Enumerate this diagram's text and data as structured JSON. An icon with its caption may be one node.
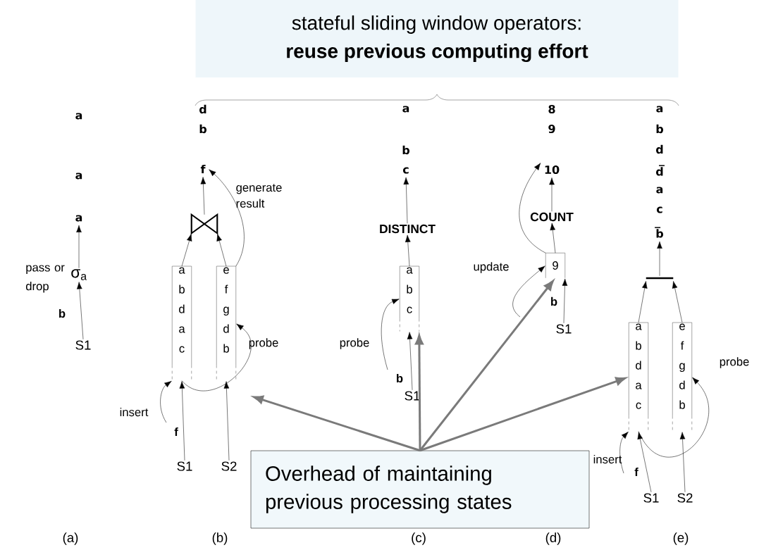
{
  "diagram": {
    "nodes": [
      {
        "text": [
          "stateful sliding window operators:",
          "reuse previous computing effort"
        ]
      },
      {
        "text": [
          "a"
        ]
      },
      {
        "text": [
          "σ$_{a}$"
        ],
        "beside": [
          "pass or drop"
        ]
      },
      {
        "text": [
          "S1"
        ]
      },
      {
        "text": [
          "f"
        ]
      },
      {
        "text": [],
        "shape": "bowtie"
      },
      {
        "text": [
          "a",
          "b",
          "d",
          "a",
          "c"
        ]
      },
      {
        "text": [
          "e",
          "f",
          "g",
          "d",
          "b"
        ]
      },
      {
        "text": [
          "S1"
        ]
      },
      {
        "text": [
          "S2"
        ]
      },
      {
        "text": [
          "c"
        ]
      },
      {
        "text": [
          "DISTINCT"
        ]
      },
      {
        "text": [
          "a",
          "b",
          "c"
        ]
      },
      {
        "text": [
          "S1"
        ]
      },
      {
        "text": [
          "10"
        ]
      },
      {
        "text": [
          "COUNT"
        ]
      },
      {
        "text": [
          "9"
        ]
      },
      {
        "text": [
          "S1"
        ]
      },
      {
        "text": [
          "b̅"
        ]
      },
      {
        "text": [],
        "shape": "bar"
      },
      {
        "text": [
          "a",
          "b",
          "d",
          "a",
          "c"
        ]
      },
      {
        "text": [
          "e",
          "f",
          "g",
          "d",
          "b"
        ]
      },
      {
        "text": [
          "S1"
        ]
      },
      {
        "text": [
          "S2"
        ]
      },
      {
        "text": [
          "Overhead of maintaining previous processing states"
        ]
      }
    ],
    "edges": [
      {
        "from": 3,
        "to": 2,
        "arrow": "to",
        "label": "b"
      },
      {
        "from": 2,
        "to": 1,
        "arrow": "to"
      },
      {
        "from": 8,
        "to": 6,
        "arrow": "to",
        "label": "f"
      },
      {
        "from": 9,
        "to": 7,
        "arrow": "to"
      },
      {
        "from": null,
        "to": 6,
        "arrow": "to",
        "label": "insert"
      },
      {
        "from": 6,
        "to": 7,
        "arrow": "to",
        "label": "probe"
      },
      {
        "from": 6,
        "to": 5,
        "arrow": "to"
      },
      {
        "from": 7,
        "to": 5,
        "arrow": "to"
      },
      {
        "from": 5,
        "to": 4,
        "arrow": "to"
      },
      {
        "from": 7,
        "to": 4,
        "arrow": "to",
        "label": "generate result"
      },
      {
        "from": 13,
        "to": 12,
        "arrow": "to",
        "label": "b"
      },
      {
        "from": null,
        "to": 12,
        "arrow": "to",
        "label": "probe"
      },
      {
        "from": 12,
        "to": 11,
        "arrow": "to"
      },
      {
        "from": 11,
        "to": 10,
        "arrow": "to"
      },
      {
        "from": 17,
        "to": 16,
        "arrow": "to",
        "label": "b"
      },
      {
        "from": null,
        "to": 16,
        "arrow": "to"
      },
      {
        "from": 16,
        "to": 14,
        "arrow": "to",
        "label": "update"
      },
      {
        "from": 16,
        "to": 15,
        "arrow": "to"
      },
      {
        "from": 15,
        "to": 14,
        "arrow": "to"
      },
      {
        "from": 22,
        "to": 20,
        "arrow": "to",
        "label": "f"
      },
      {
        "from": 23,
        "to": 21,
        "arrow": "to"
      },
      {
        "from": null,
        "to": 20,
        "arrow": "to",
        "label": "insert"
      },
      {
        "from": 20,
        "to": 21,
        "arrow": "to",
        "label": "probe"
      },
      {
        "from": 20,
        "to": 19,
        "arrow": "to"
      },
      {
        "from": 21,
        "to": 19,
        "arrow": "to"
      },
      {
        "from": 19,
        "to": 18,
        "arrow": "to"
      },
      {
        "from": 24,
        "to": null,
        "arrow": "to",
        "style": "thick",
        "color": "#7a7a7a"
      },
      {
        "from": 24,
        "to": 12,
        "arrow": "to",
        "style": "thick",
        "color": "#7a7a7a"
      },
      {
        "from": 24,
        "to": 16,
        "arrow": "to",
        "style": "thick",
        "color": "#7a7a7a"
      },
      {
        "from": 24,
        "to": 20,
        "arrow": "to",
        "style": "thick",
        "color": "#7a7a7a"
      }
    ],
    "labels": [
      "a",
      "a",
      "d",
      "b",
      "a",
      "b",
      "8",
      "9",
      "a",
      "b",
      "d",
      "d̅",
      "a",
      "c",
      "(a)",
      "(b)",
      "(c)",
      "(d)",
      "(e)"
    ]
  }
}
